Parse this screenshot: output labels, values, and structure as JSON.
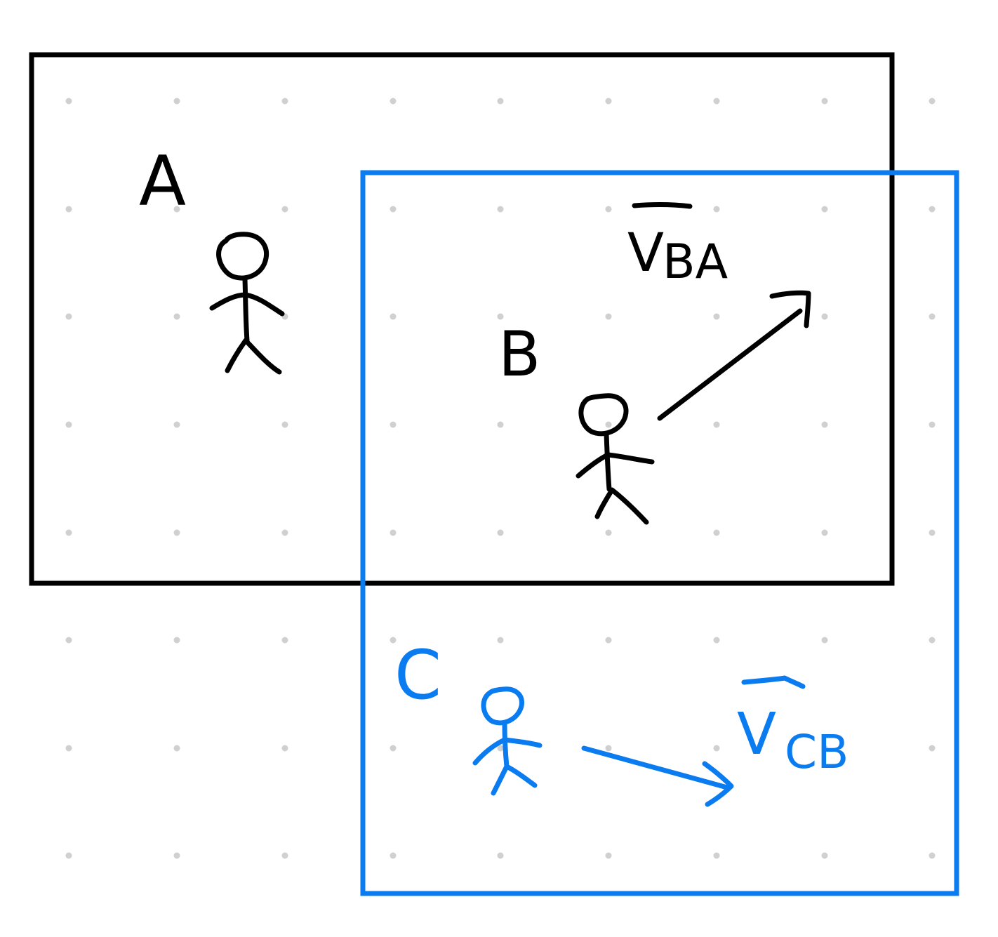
{
  "diagram": {
    "colors": {
      "frame_primary": "#000000",
      "frame_secondary": "#0a7cf0",
      "grid_dot": "#d0d0d0",
      "background": "#ffffff"
    },
    "frames": [
      {
        "label": "A",
        "color": "#000000"
      },
      {
        "label": "C",
        "color": "#0a7cf0"
      }
    ],
    "observers": [
      {
        "label": "A",
        "color": "#000000"
      },
      {
        "label": "B",
        "color": "#000000"
      },
      {
        "label": "C",
        "color": "#0a7cf0"
      }
    ],
    "vectors": [
      {
        "symbol": "V",
        "subscript": "BA",
        "color": "#000000",
        "direction": "up-right"
      },
      {
        "symbol": "V",
        "subscript": "CB",
        "color": "#0a7cf0",
        "direction": "right-slightly-down"
      }
    ],
    "grid": {
      "style": "dotted",
      "visible": true
    }
  }
}
